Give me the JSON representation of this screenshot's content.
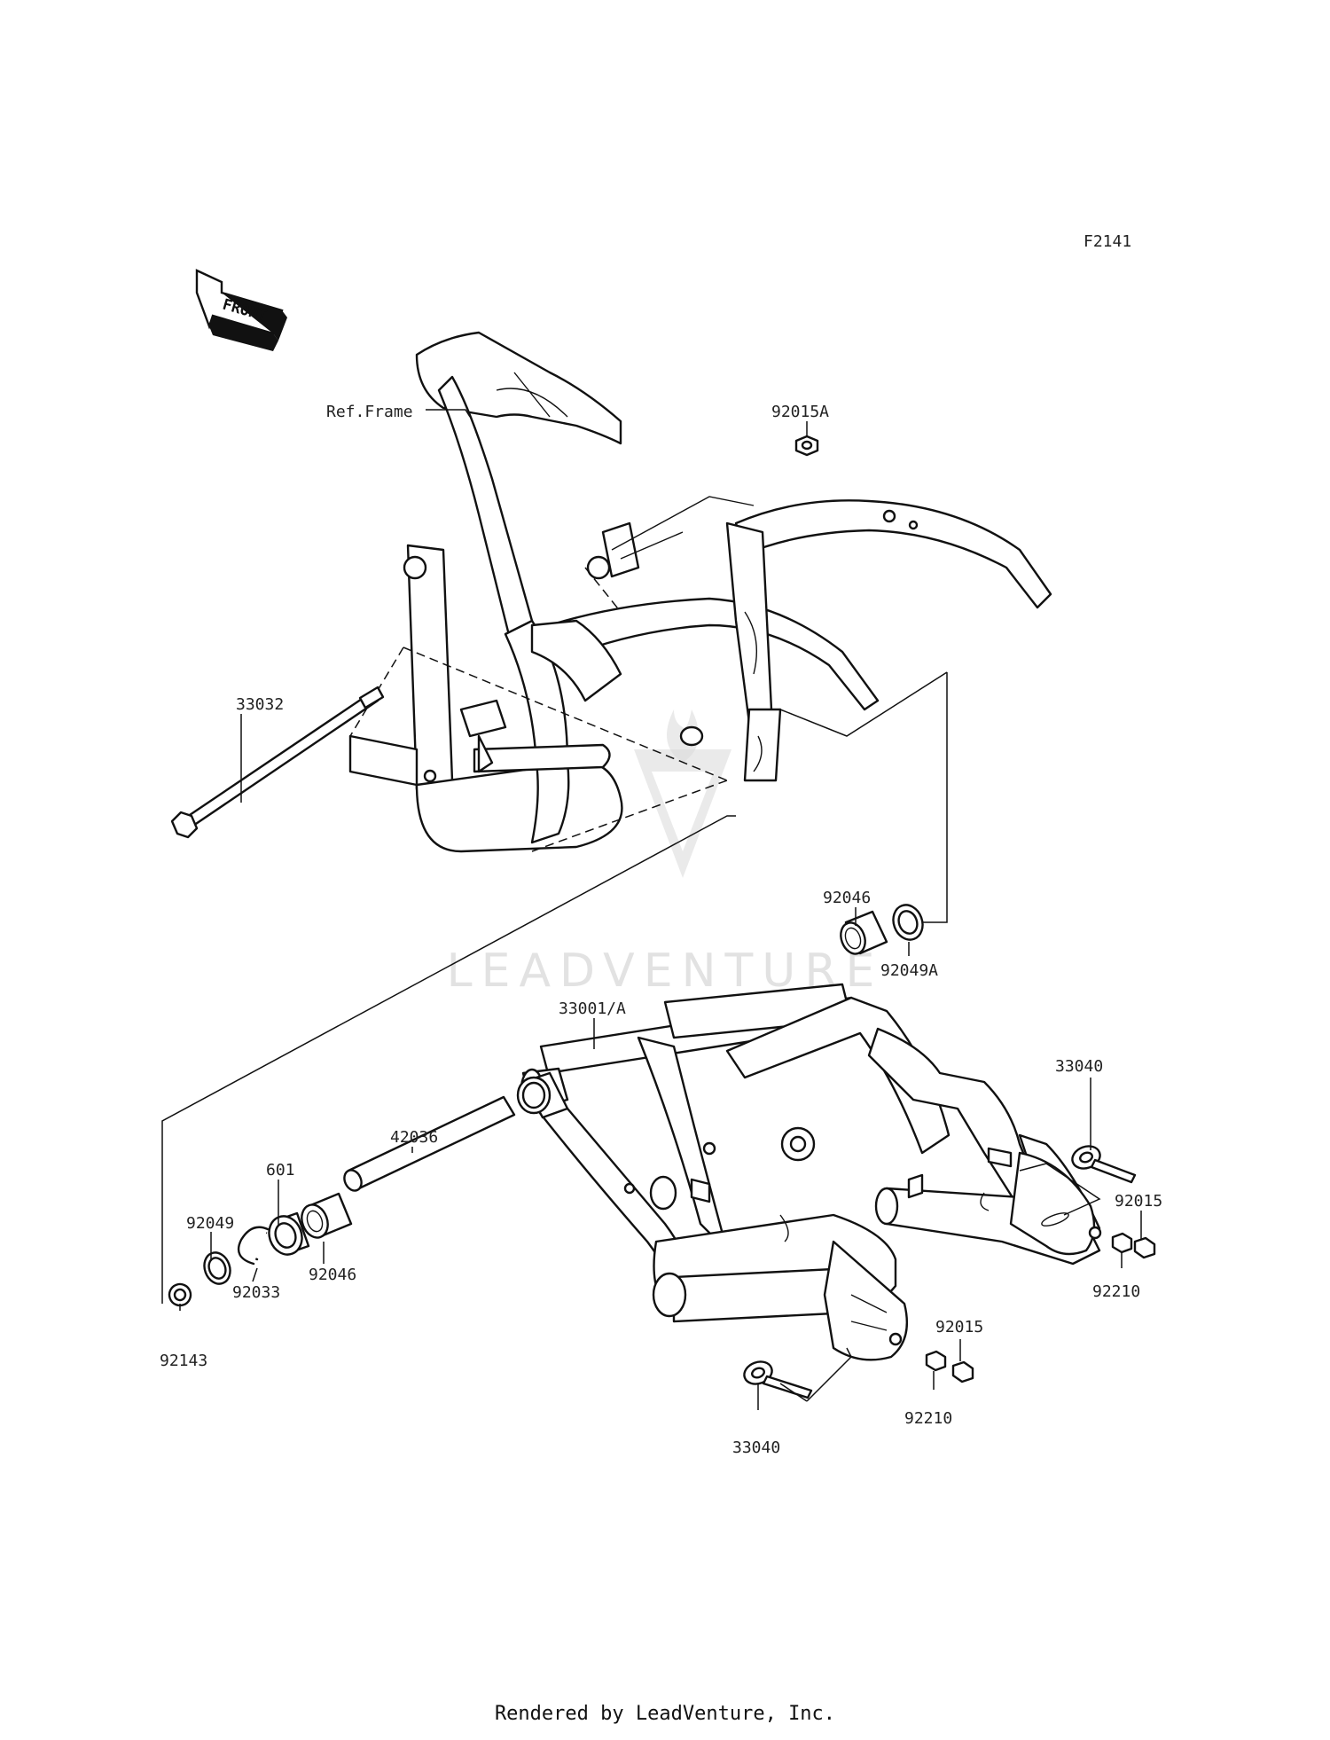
{
  "diagram_code": "F2141",
  "front_marker": "FRONT",
  "labels": {
    "ref_frame": "Ref.Frame",
    "p92015A": "92015A",
    "p33032": "33032",
    "p92046_top": "92046",
    "p92049A": "92049A",
    "p33001A": "33001/A",
    "p42036": "42036",
    "p601": "601",
    "p92049": "92049",
    "p92033": "92033",
    "p92046_low": "92046",
    "p92143": "92143",
    "p33040_right": "33040",
    "p92015_right": "92015",
    "p92210_right": "92210",
    "p92015_low": "92015",
    "p92210_low": "92210",
    "p33040_low": "33040"
  },
  "watermark": "LEADVENTURE",
  "footer": "Rendered by LeadVenture, Inc."
}
